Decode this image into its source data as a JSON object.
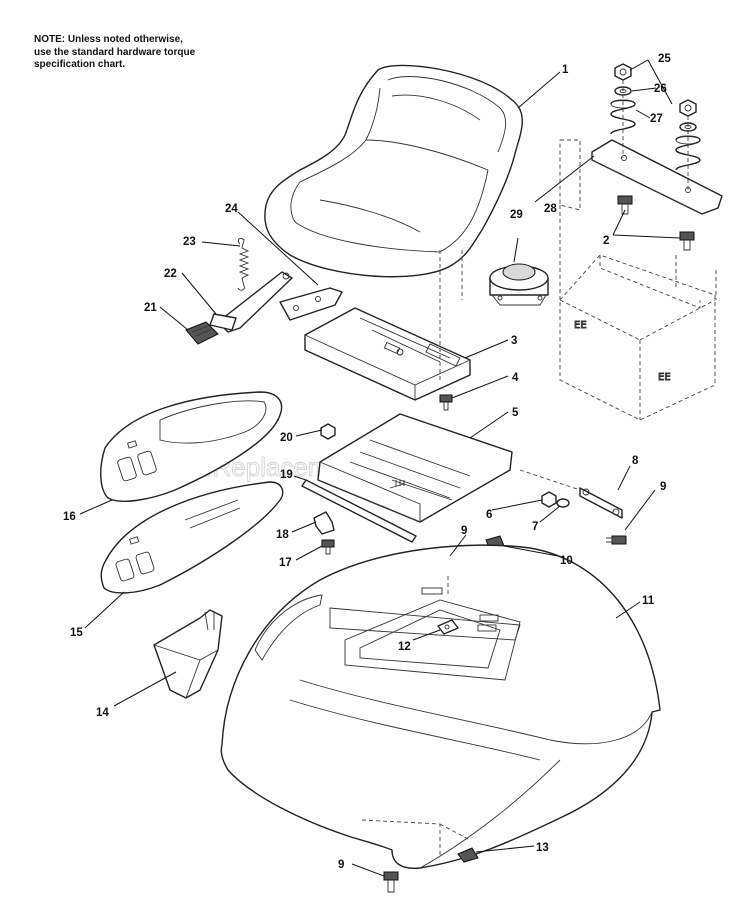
{
  "note": {
    "line1": "NOTE: Unless noted otherwise,",
    "line2": "use the standard hardware torque",
    "line3": "specification chart."
  },
  "watermark": "eReplacementParts.com",
  "callouts": {
    "p1": "1",
    "p2": "2",
    "p3": "3",
    "p4": "4",
    "p5": "5",
    "p6": "6",
    "p7": "7",
    "p8": "8",
    "p9": "9",
    "p10": "10",
    "p11": "11",
    "p12": "12",
    "p13": "13",
    "p14": "14",
    "p15": "15",
    "p16": "16",
    "p17": "17",
    "p18": "18",
    "p19": "19",
    "p20": "20",
    "p21": "21",
    "p22": "22",
    "p23": "23",
    "p24": "24",
    "p25": "25",
    "p26": "26",
    "p27": "27",
    "p28": "28",
    "p29": "29"
  }
}
